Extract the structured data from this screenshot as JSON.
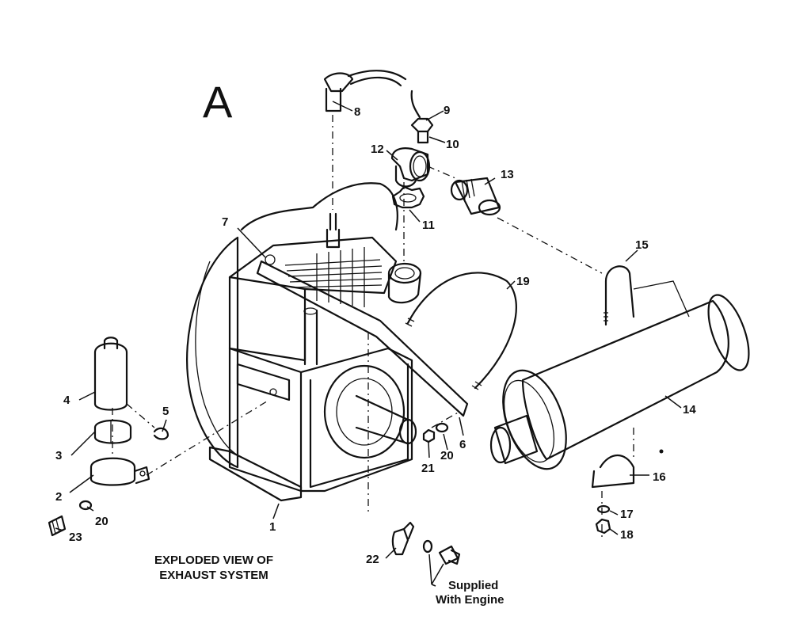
{
  "panel_letter": "A",
  "caption": {
    "line1": "EXPLODED VIEW OF",
    "line2": "EXHAUST SYSTEM"
  },
  "supplied_note": {
    "line1": "Supplied",
    "line2": "With Engine"
  },
  "callouts": {
    "n1": "1",
    "n2": "2",
    "n3": "3",
    "n4": "4",
    "n5": "5",
    "n6": "6",
    "n7": "7",
    "n8": "8",
    "n9": "9",
    "n10": "10",
    "n11": "11",
    "n12": "12",
    "n13": "13",
    "n14": "14",
    "n15": "15",
    "n16": "16",
    "n17": "17",
    "n18": "18",
    "n19": "19",
    "n20a": "20",
    "n20b": "20",
    "n21": "21",
    "n22": "22",
    "n23": "23"
  },
  "icons": {
    "engine": "engine-block-icon",
    "muffler": "muffler-icon",
    "spark_plug_wire": "spark-plug-wire-icon"
  }
}
